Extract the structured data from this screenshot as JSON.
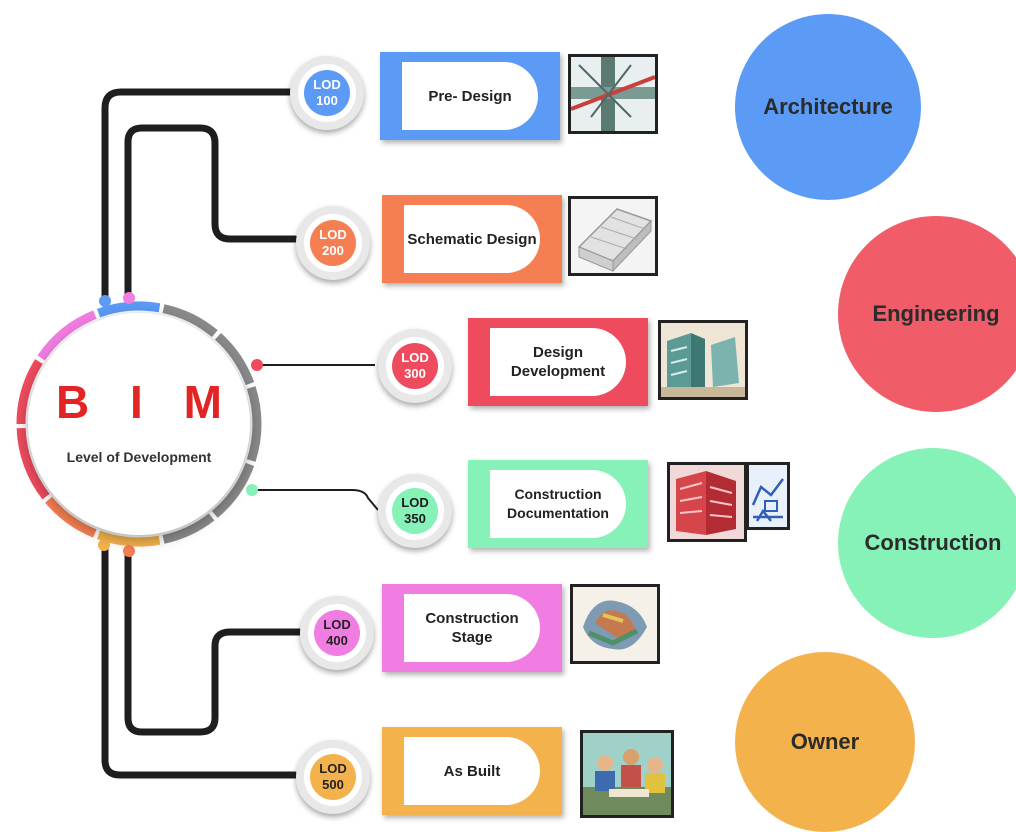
{
  "hub": {
    "title": "B I M",
    "subtitle": "Level of Development"
  },
  "levels": [
    {
      "lod_word": "LOD",
      "lod_num": "100",
      "stage": "Pre- Design",
      "color": "#5b9bf5"
    },
    {
      "lod_word": "LOD",
      "lod_num": "200",
      "stage": "Schematic Design",
      "color": "#f57f52"
    },
    {
      "lod_word": "LOD",
      "lod_num": "300",
      "stage": "Design Development",
      "color": "#ee4c5e"
    },
    {
      "lod_word": "LOD",
      "lod_num": "350",
      "stage": "Construction Documentation",
      "color": "#86f2b8"
    },
    {
      "lod_word": "LOD",
      "lod_num": "400",
      "stage": "Construction Stage",
      "color": "#f27de2"
    },
    {
      "lod_word": "LOD",
      "lod_num": "500",
      "stage": "As Built",
      "color": "#f4b24c"
    }
  ],
  "stakeholders": [
    {
      "label": "Architecture",
      "color": "#5b9bf5"
    },
    {
      "label": "Engineering",
      "color": "#f05c68"
    },
    {
      "label": "Construction",
      "color": "#86f2b8"
    },
    {
      "label": "Owner",
      "color": "#f4b24c"
    }
  ],
  "colors": {
    "connector": "#1e1e1e",
    "ring_gray": "#8a8a8a",
    "hub_title": "#e32424",
    "lod350_text": "#1a1a1a"
  }
}
